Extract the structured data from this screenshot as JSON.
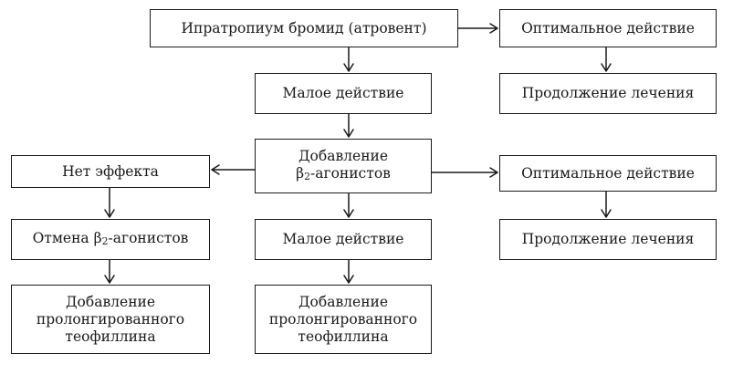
{
  "colors": {
    "stroke": "#1a1a1a",
    "background": "#ffffff"
  },
  "boxes": {
    "ipratropium": "Ипратропиум бромид (атровент)",
    "optimal_top": "Оптимальное действие",
    "small_effect_top": "Малое действие",
    "continue_top": "Продолжение лечения",
    "add_beta2_line1": "Добавление",
    "add_beta2_greek": "β",
    "add_beta2_sub": "2",
    "add_beta2_suffix": "-агонистов",
    "no_effect": "Нет эффекта",
    "optimal_mid": "Оптимальное действие",
    "cancel_prefix": "Отмена β",
    "cancel_sub": "2",
    "cancel_suffix": "-агонистов",
    "small_effect_mid": "Малое действие",
    "continue_mid": "Продолжение лечения",
    "theophylline_left": [
      "Добавление",
      "пролонгированного",
      "теофиллина"
    ],
    "theophylline_center": [
      "Добавление",
      "пролонгированного",
      "теофиллина"
    ]
  }
}
